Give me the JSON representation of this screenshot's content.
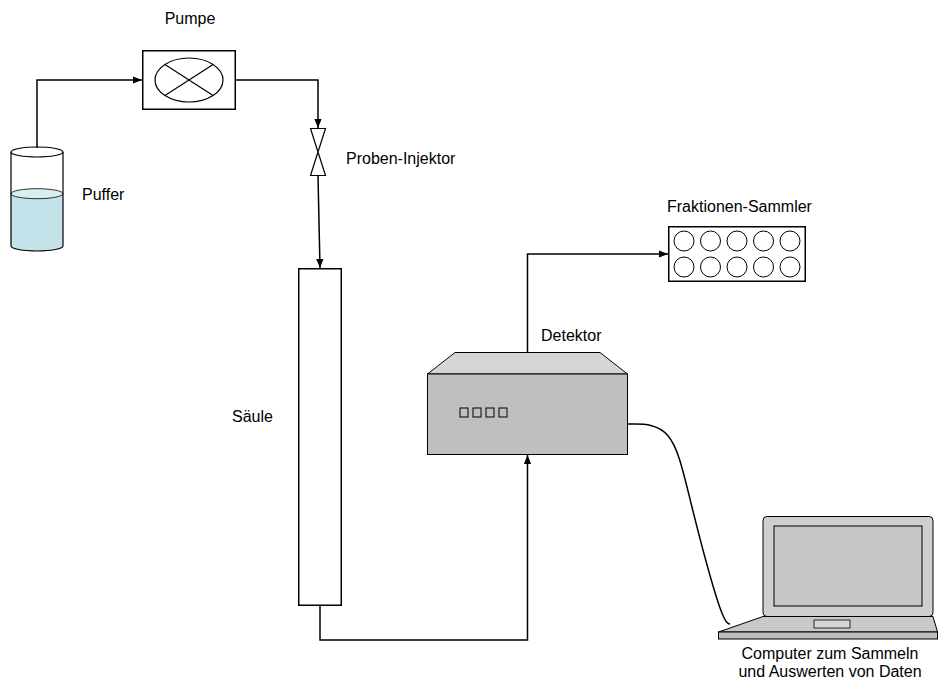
{
  "diagram": {
    "nodes": [
      {
        "text": [
          "Puffer"
        ]
      },
      {
        "text": [
          "Pumpe"
        ]
      },
      {
        "text": [
          "Proben-Injektor"
        ]
      },
      {
        "text": [
          "Säule"
        ]
      },
      {
        "text": [
          "Detektor"
        ]
      },
      {
        "text": [
          "Fraktionen-Sammler"
        ]
      },
      {
        "text": [
          "Computer zum Sammeln und Auswerten von Daten"
        ]
      }
    ],
    "edges": [
      {
        "from": 0,
        "to": 1,
        "arrow": "to"
      },
      {
        "from": 1,
        "to": 2,
        "arrow": "to"
      },
      {
        "from": 2,
        "to": 3,
        "arrow": "to"
      },
      {
        "from": 3,
        "to": 4,
        "arrow": "to"
      },
      {
        "from": 4,
        "to": 5,
        "arrow": "to"
      },
      {
        "from": 4,
        "to": 6,
        "arrow": "none"
      }
    ]
  }
}
